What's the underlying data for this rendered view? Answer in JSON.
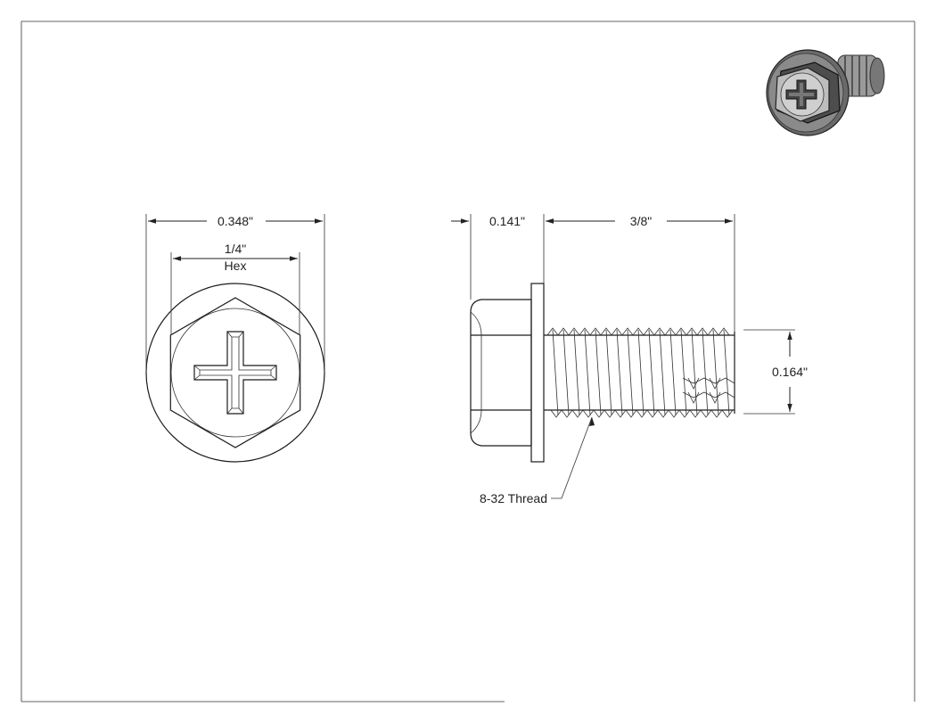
{
  "drawing": {
    "end_view": {
      "overall_diameter": "0.348\"",
      "hex_size": "1/4\"",
      "hex_label": "Hex"
    },
    "side_view": {
      "head_height": "0.141\"",
      "length": "3/8\"",
      "thread_diameter": "0.164\"",
      "thread_callout": "8-32 Thread"
    },
    "iso_view": {
      "icon": "hex-washer-head-screw-icon"
    },
    "colors": {
      "line": "#222222",
      "iso_dark": "#5a5a5a",
      "iso_light": "#bdbdbd"
    }
  }
}
